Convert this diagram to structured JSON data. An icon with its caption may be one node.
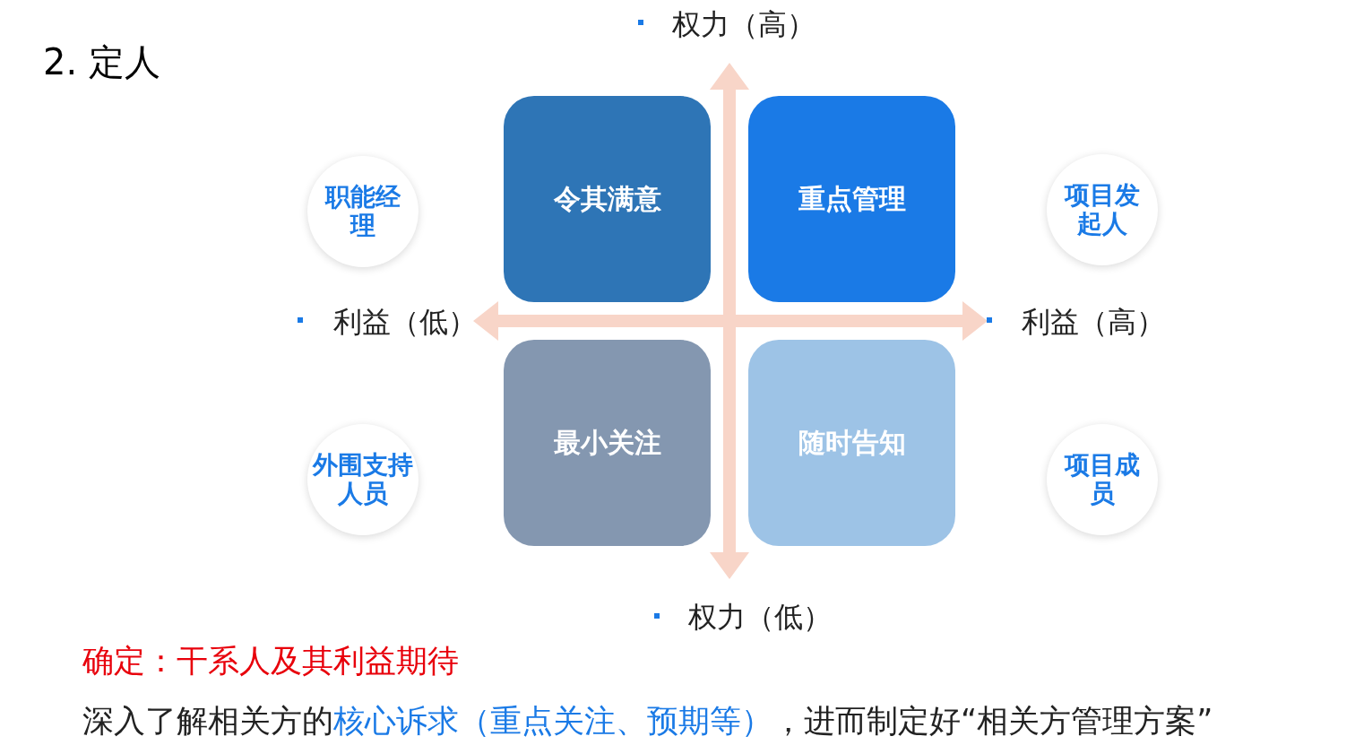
{
  "diagram": {
    "title": "2. 定人",
    "nodes": [
      {
        "text": [
          "职能经理"
        ]
      },
      {
        "text": [
          "令其满意"
        ]
      },
      {
        "text": [
          "重点管理"
        ]
      },
      {
        "text": [
          "项目发起人"
        ]
      },
      {
        "text": [
          "外围支持人员"
        ]
      },
      {
        "text": [
          "最小关注"
        ]
      },
      {
        "text": [
          "随时告知"
        ]
      },
      {
        "text": [
          "项目成员"
        ]
      }
    ],
    "labels": [
      "权力（高）",
      "利益（低）",
      "利益（高）",
      "权力（低）",
      "确定：干系人及其利益期待",
      "深入了解相关方的**核心诉求（重点关注、预期等）**，进而制定好“相关方管理方案”"
    ]
  }
}
